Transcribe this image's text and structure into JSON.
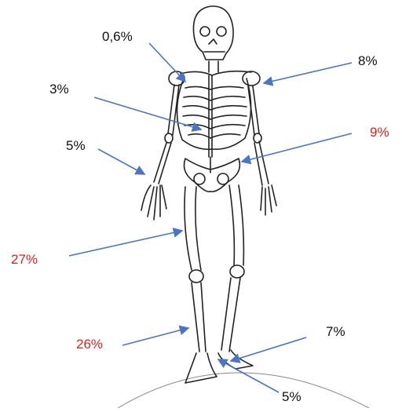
{
  "labels": [
    {
      "id": "skull",
      "text": "0,6%",
      "color": "black"
    },
    {
      "id": "shoulder",
      "text": "8%",
      "color": "black"
    },
    {
      "id": "spine",
      "text": "3%",
      "color": "black"
    },
    {
      "id": "pelvis",
      "text": "9%",
      "color": "red"
    },
    {
      "id": "wrist",
      "text": "5%",
      "color": "black"
    },
    {
      "id": "femur",
      "text": "27%",
      "color": "red"
    },
    {
      "id": "tibia",
      "text": "26%",
      "color": "red"
    },
    {
      "id": "ankle",
      "text": "7%",
      "color": "black"
    },
    {
      "id": "foot",
      "text": "5%",
      "color": "black"
    }
  ],
  "colors": {
    "arrow": "#4a74c4",
    "red": "#e0201b",
    "black": "#111111",
    "bone": "#222222"
  }
}
